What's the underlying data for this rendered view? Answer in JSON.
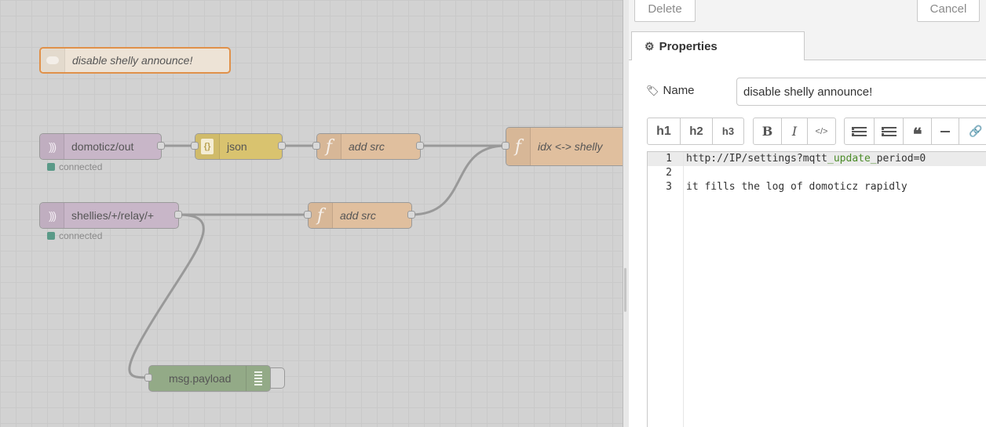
{
  "workspace": {
    "comment_node": {
      "label": "disable shelly announce!"
    },
    "nodes": {
      "mqtt_in_1": {
        "label": "domoticz/out",
        "status": "connected"
      },
      "json": {
        "label": "json"
      },
      "add_src_1": {
        "label": "add src"
      },
      "idx_shelly": {
        "label": "idx <-> shelly"
      },
      "mqtt_in_2": {
        "label": "shellies/+/relay/+",
        "status": "connected"
      },
      "add_src_2": {
        "label": "add src"
      },
      "debug": {
        "label": "msg.payload"
      }
    },
    "colors": {
      "mqtt": "#c8b6c8",
      "json": "#d9c36f",
      "function": "#e0bf9e",
      "debug": "#93aa87",
      "comment_border": "#e0914a",
      "status_dot": "#5a9a88"
    }
  },
  "panel": {
    "delete_label": "Delete",
    "cancel_label": "Cancel",
    "tab_label": "Properties",
    "name_label": "Name",
    "name_value": "disable shelly announce!",
    "toolbar": {
      "h1": "h1",
      "h2": "h2",
      "h3": "h3",
      "bold": "B",
      "italic": "I"
    },
    "editor": {
      "line_numbers": [
        "1",
        "2",
        "3"
      ],
      "line1_pre": "http://IP/settings?mqtt",
      "line1_hl": "_update_",
      "line1_post": "period=0",
      "line2": "",
      "line3": "it fills the log of domoticz rapidly"
    }
  }
}
